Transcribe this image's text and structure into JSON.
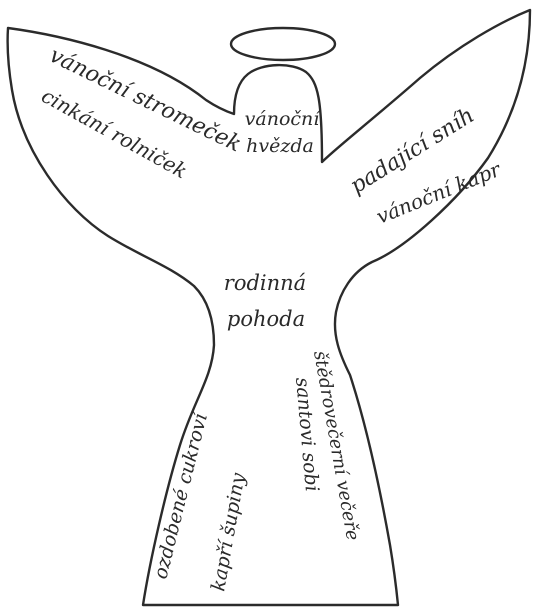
{
  "angel": {
    "left_wing": {
      "line1": "vánoční stromeček",
      "line2": "cinkání rolniček"
    },
    "head": {
      "line1": "vánoční",
      "line2": "hvězda"
    },
    "right_wing": {
      "line1": "padající sníh",
      "line2": "vánoční kapr"
    },
    "body": {
      "line1": "rodinná",
      "line2": "pohoda"
    },
    "skirt_left": {
      "line1": "ozdobené cukroví",
      "line2": "kapří šupiny"
    },
    "skirt_right": {
      "line1": "štědrovečerní večeře",
      "line2": "santovi sobi"
    }
  }
}
